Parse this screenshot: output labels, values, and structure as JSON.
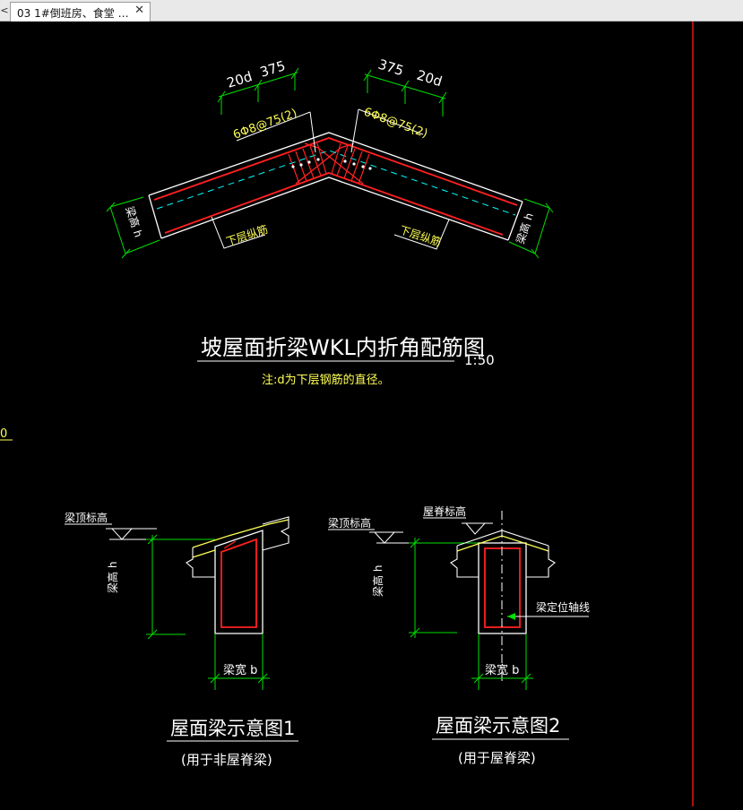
{
  "tab": {
    "label": "03 1#倒班房、食堂 …",
    "close": "✕",
    "scroll_left": "<"
  },
  "drawing": {
    "colors": {
      "background": "#000000",
      "concrete": "#ffffff",
      "rebar": "#ff2020",
      "dimension": "#00e000",
      "annotation": "#ffff55",
      "centerline": "#00ffff",
      "frame_line": "#ff2020"
    },
    "top_detail": {
      "dim_20d_left": "20d",
      "dim_375_left": "375",
      "dim_375_right": "375",
      "dim_20d_right": "20d",
      "stirrup_left": "6Φ8@75(2)",
      "stirrup_right": "6Φ8@75(2)",
      "label_beam_height_left": "梁高 h",
      "label_beam_height_right": "梁高 h",
      "label_bottom_rebar_left": "下层纵筋",
      "label_bottom_rebar_right": "下层纵筋",
      "title": "坡屋面折梁WKL内折角配筋图",
      "scale": "1:50",
      "note": "注:d为下层钢筋的直径。"
    },
    "edge_fragment": "0",
    "diagram1": {
      "label_beam_top_elev": "梁顶标高",
      "label_beam_height": "梁高 h",
      "label_beam_width": "梁宽 b",
      "title": "屋面梁示意图1",
      "subtitle": "(用于非屋脊梁)"
    },
    "diagram2": {
      "label_beam_top_elev": "梁顶标高",
      "label_ridge_elev": "屋脊标高",
      "label_beam_height": "梁高 h",
      "label_axis": "梁定位轴线",
      "label_beam_width": "梁宽 b",
      "title": "屋面梁示意图2",
      "subtitle": "(用于屋脊梁)"
    }
  }
}
